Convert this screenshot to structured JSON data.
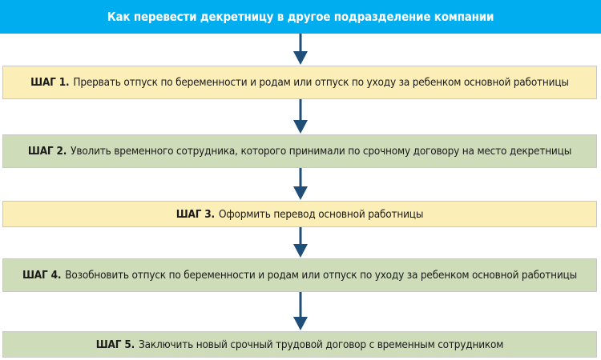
{
  "title": "Как перевести декретницу в другое подразделение компании",
  "steps": [
    {
      "label": "ШАГ 1.",
      "text": "Прервать отпуск по беременности и родам или отпуск по уходу за ребенком основной работницы"
    },
    {
      "label": "ШАГ 2.",
      "text": "Уволить временного сотрудника, которого принимали по срочному договору на место декретницы"
    },
    {
      "label": "ШАГ 3.",
      "text": "Оформить перевод основной работницы"
    },
    {
      "label": "ШАГ 4.",
      "text": "Возобновить отпуск по беременности и родам или отпуск по уходу за ребенком основной работницы"
    },
    {
      "label": "ШАГ 5.",
      "text": "Заключить новый срочный трудовой договор с временным сотрудником"
    }
  ],
  "colors": {
    "title_background": "#00aeef",
    "step_yellow": "#fbeeb7",
    "step_green": "#cfdcb9",
    "arrow": "#1f4e79"
  }
}
